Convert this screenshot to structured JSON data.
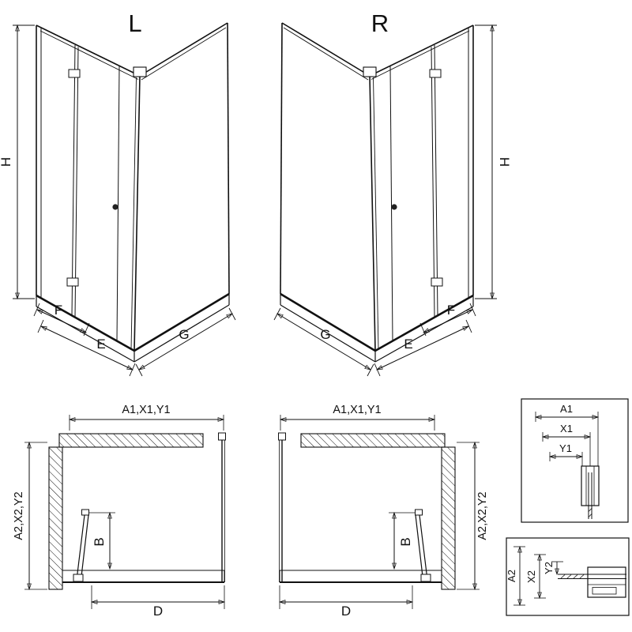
{
  "page": {
    "background": "#ffffff",
    "line_color": "#111111"
  },
  "iso_left": {
    "label": "L",
    "height": "H",
    "front_fixed": "F",
    "front_entry": "E",
    "side": "G"
  },
  "iso_right": {
    "label": "R",
    "height": "H",
    "front_fixed": "F",
    "front_entry": "E",
    "side": "G"
  },
  "plan_left": {
    "width_dim": "A1,X1,Y1",
    "depth_dim": "A2,X2,Y2",
    "door_fold_dim": "B",
    "entry_dim": "D"
  },
  "plan_right": {
    "width_dim": "A1,X1,Y1",
    "depth_dim": "A2,X2,Y2",
    "door_fold_dim": "B",
    "entry_dim": "D"
  },
  "detail_width": {
    "a": "A1",
    "x": "X1",
    "y": "Y1"
  },
  "detail_height": {
    "a": "A2",
    "x": "X2",
    "y": "Y2"
  }
}
